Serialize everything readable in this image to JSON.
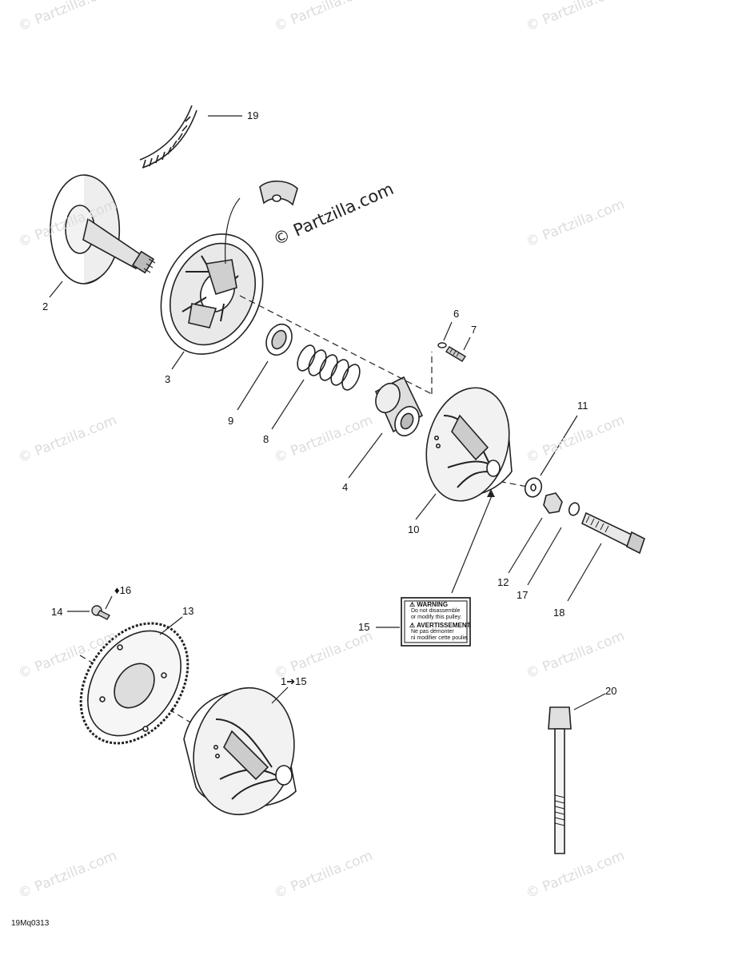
{
  "watermark": {
    "text": "© Partzilla.com",
    "main_text": "© Partzilla.com"
  },
  "drawing_code": "19Mq0313",
  "decal": {
    "line1": "⚠ WARNING",
    "line2": "Do not disassemble",
    "line3": "or modify this pulley.",
    "line4": "⚠ AVERTISSEMENT",
    "line5": "Ne pas démonter",
    "line6": "ni modifier cette poulie."
  },
  "callouts": {
    "c19": "19",
    "c2": "2",
    "c3": "3",
    "c6": "6",
    "c7": "7",
    "c9": "9",
    "c8": "8",
    "c4": "4",
    "c11": "11",
    "c10": "10",
    "c12": "12",
    "c17": "17",
    "c18": "18",
    "c16": "16",
    "c14": "14",
    "c13": "13",
    "c15": "15",
    "c1_15": "1➔15",
    "c20": "20"
  }
}
